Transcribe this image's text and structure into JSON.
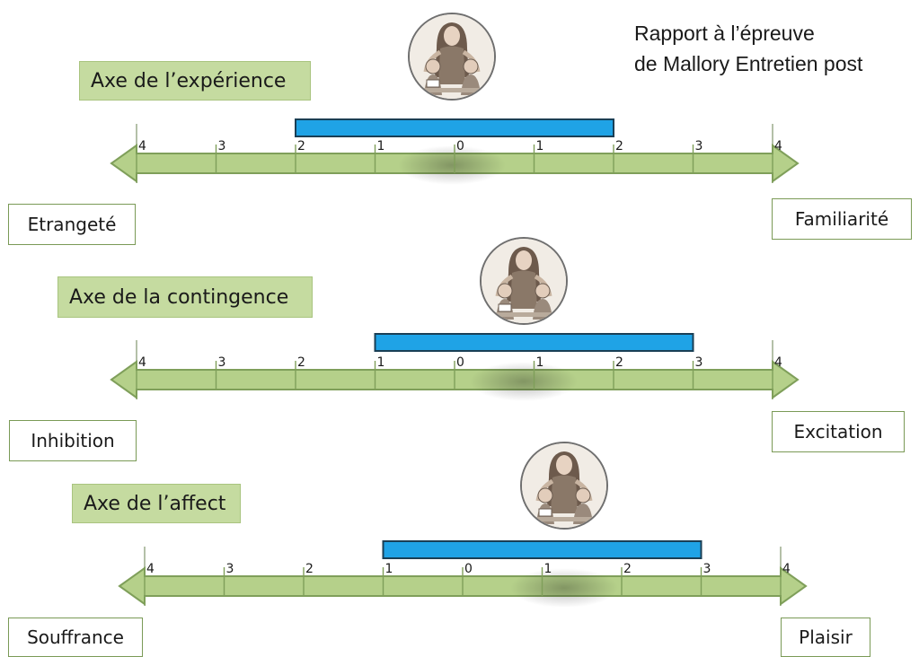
{
  "title": {
    "line1": "Rapport à l’épreuve",
    "line2": "de Mallory Entretien post"
  },
  "colors": {
    "axis_fill": "#b5d08a",
    "axis_stroke": "#7f9f5a",
    "bar_fill": "#1fa3e6",
    "bar_stroke": "#1a3f55",
    "title_box": "#c5dba0"
  },
  "tick_labels": [
    "4",
    "3",
    "2",
    "1",
    "0",
    "1",
    "2",
    "3",
    "4"
  ],
  "axes": [
    {
      "name": "Axe de l’expérience",
      "left_pole": "Etrangeté",
      "right_pole": "Familiarité",
      "range": [
        -2,
        2
      ],
      "icon": "teacher-with-children-icon"
    },
    {
      "name": "Axe de la contingence",
      "left_pole": "Inhibition",
      "right_pole": "Excitation",
      "range": [
        -1,
        3
      ],
      "icon": "teacher-with-children-icon"
    },
    {
      "name": "Axe de l’affect",
      "left_pole": "Souffrance",
      "right_pole": "Plaisir",
      "range": [
        -1,
        3
      ],
      "icon": "teacher-with-children-icon"
    }
  ]
}
